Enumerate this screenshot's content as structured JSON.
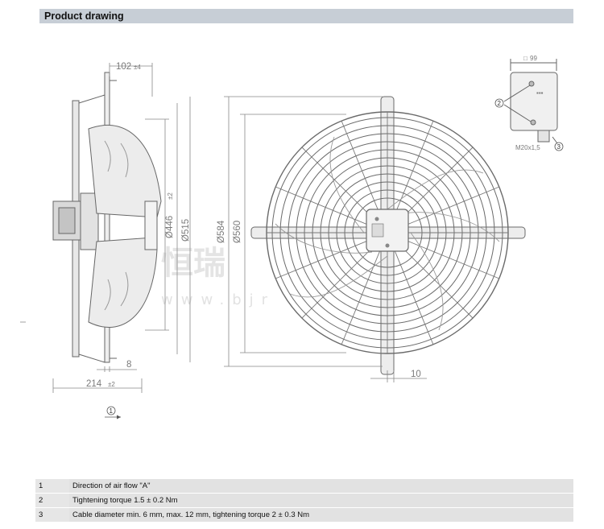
{
  "header": {
    "title": "Product drawing"
  },
  "dimensions": {
    "side_depth": "102",
    "side_depth_tol": "±4",
    "inner_diameter": "Ø446",
    "inner_diameter_tol": "±2",
    "outer_diameter": "Ø515",
    "guard_diameter": "Ø584",
    "mount_diameter": "Ø560",
    "flange_thickness": "8",
    "total_depth": "214",
    "total_depth_tol": "±2",
    "bracket_width": "10",
    "box_size": "99",
    "cable_gland": "M20x1,5"
  },
  "callouts": {
    "airflow": "1",
    "screws": "2",
    "cable": "3"
  },
  "watermark": {
    "brand": "恒瑞",
    "url": "www.bjr"
  },
  "legend": [
    {
      "number": "1",
      "text": "Direction of air flow \"A\""
    },
    {
      "number": "2",
      "text": "Tightening torque 1.5 ± 0.2 Nm"
    },
    {
      "number": "3",
      "text": "Cable diameter min. 6 mm, max. 12 mm, tightening torque 2 ± 0.3 Nm"
    }
  ]
}
